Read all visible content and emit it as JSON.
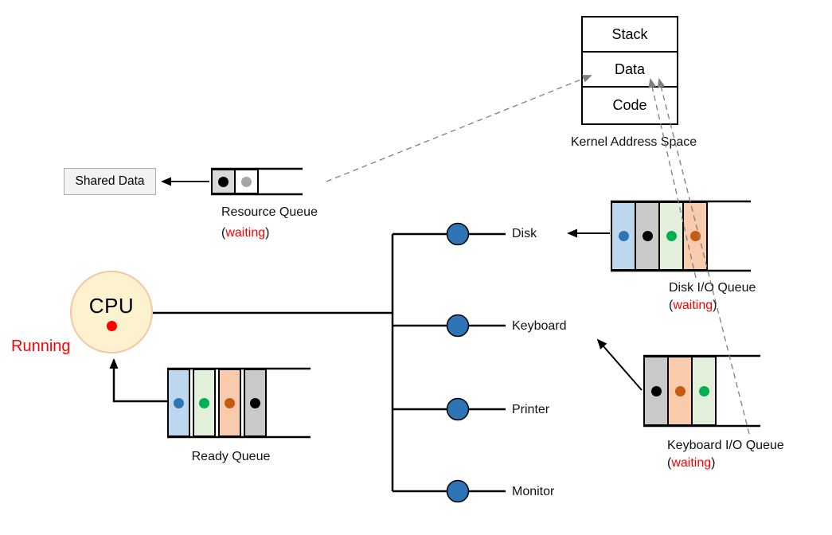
{
  "kernel": {
    "segments": [
      "Stack",
      "Data",
      "Code"
    ],
    "label": "Kernel Address Space"
  },
  "shared_data": {
    "label": "Shared Data"
  },
  "cpu": {
    "label": "CPU",
    "status": "Running"
  },
  "devices": [
    {
      "label": "Disk"
    },
    {
      "label": "Keyboard"
    },
    {
      "label": "Printer"
    },
    {
      "label": "Monitor"
    }
  ],
  "queues": {
    "ready": {
      "label": "Ready Queue",
      "cells": [
        {
          "fill": "#BDD7EE",
          "dot": "#2E75B6"
        },
        {
          "fill": "#E2EFDA",
          "dot": "#00B050"
        },
        {
          "fill": "#F8CBAD",
          "dot": "#C55A11"
        },
        {
          "fill": "#C9C9C9",
          "dot": "#000000"
        }
      ]
    },
    "resource": {
      "label": "Resource Queue",
      "state_open": "(",
      "state_word": "waiting",
      "state_close": ")",
      "cells": [
        {
          "fill": "#D9D9D9",
          "dot": "#000000"
        },
        {
          "fill": "#FFFFFF",
          "dot": "#A6A6A6"
        }
      ]
    },
    "disk": {
      "label": "Disk I/O Queue",
      "state_open": "(",
      "state_word": "waiting",
      "state_close": ")",
      "cells": [
        {
          "fill": "#BDD7EE",
          "dot": "#2E75B6"
        },
        {
          "fill": "#C9C9C9",
          "dot": "#000000"
        },
        {
          "fill": "#E2EFDA",
          "dot": "#00B050"
        },
        {
          "fill": "#F8CBAD",
          "dot": "#C55A11"
        }
      ]
    },
    "keyboard": {
      "label": "Keyboard I/O Queue",
      "state_open": "(",
      "state_word": "waiting",
      "state_close": ")",
      "cells": [
        {
          "fill": "#C9C9C9",
          "dot": "#000000"
        },
        {
          "fill": "#F8CBAD",
          "dot": "#C55A11"
        },
        {
          "fill": "#E2EFDA",
          "dot": "#00B050"
        }
      ]
    }
  },
  "palette": {
    "status_red": "#FF0000",
    "device_node_blue": "#2E75B6",
    "cpu_fill": "#FDF2D0",
    "cpu_border": "#F5C7A3",
    "shared_data_fill": "#F2F2F2",
    "dashed_line_gray": "#7F7F7F",
    "line_black": "#000000"
  }
}
